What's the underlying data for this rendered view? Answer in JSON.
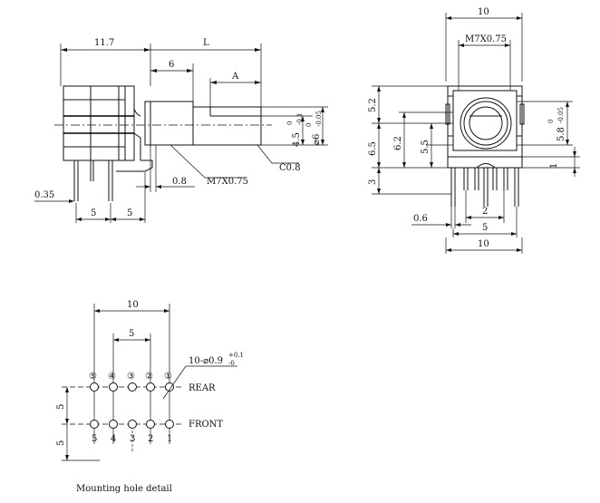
{
  "side_view": {
    "dim_body": "11.7",
    "dim_shaft": "L",
    "dim_bush": "6",
    "dim_flat": "A",
    "dim_pin_thk": "0.35",
    "dim_pin_pitch_a": "5",
    "dim_pin_pitch_b": "5",
    "dim_gap": "0.8",
    "thread": "M7X0.75",
    "chamfer": "C0.8",
    "dia_flat": "4.5",
    "dia_flat_tol_up": "0",
    "dia_flat_tol_dn": "-0.1",
    "dia_shaft": "⌀6",
    "dia_shaft_tol_up": "0",
    "dia_shaft_tol_dn": "-0.05"
  },
  "front_view": {
    "dim_width_top": "10",
    "thread": "M7X0.75",
    "dim_52": "5.2",
    "dim_65": "6.5",
    "dim_62": "6.2",
    "dim_55": "5.5",
    "dim_3": "3",
    "dim_58": "5.8",
    "dim_58_tol_up": "0",
    "dim_58_tol_dn": "-0.05",
    "dim_1": "1",
    "dim_06": "0.6",
    "dim_2": "2",
    "dim_5": "5",
    "dim_width_bottom": "10"
  },
  "mounting": {
    "title": "Mounting hole detail",
    "dim_10": "10",
    "dim_5": "5",
    "holes": "10-⌀0.9",
    "holes_tol_up": "+0.1",
    "holes_tol_dn": "-0",
    "rear_label": "REAR",
    "front_label": "FRONT",
    "dim_v_rear": "5",
    "dim_v_front": "5",
    "rear_numbers": [
      "⑤",
      "④",
      "③",
      "②",
      "①"
    ],
    "front_numbers": [
      "5",
      "4",
      "3",
      "2",
      "1"
    ]
  }
}
